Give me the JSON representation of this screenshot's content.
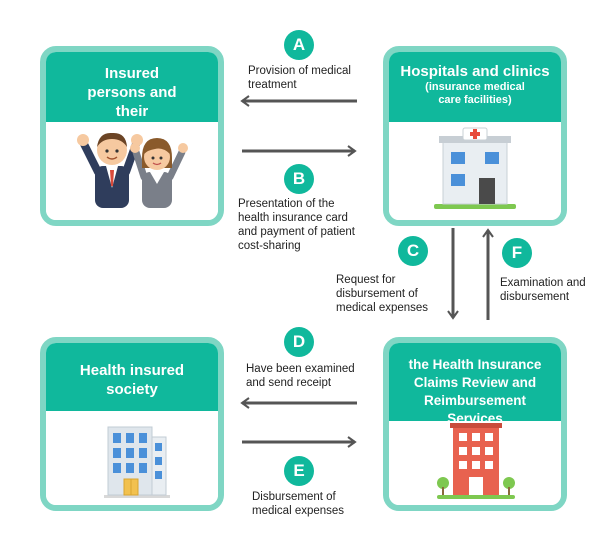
{
  "boxes": {
    "insured": {
      "title": "Insured persons and their dependents"
    },
    "hospitals": {
      "title": "Hospitals and clinics",
      "subtitle": "(insurance medical care facilities)"
    },
    "society": {
      "title": "Health insured society"
    },
    "review": {
      "title": "the Health Insurance Claims Review and Reimbursement Services"
    }
  },
  "steps": {
    "A": {
      "letter": "A",
      "text": "Provision of medical treatment"
    },
    "B": {
      "letter": "B",
      "text": "Presentation of the health insurance card and payment of patient cost-sharing"
    },
    "C": {
      "letter": "C",
      "text": "Request for disbursement of medical expenses"
    },
    "D": {
      "letter": "D",
      "text": "Have been examined and send receipt"
    },
    "E": {
      "letter": "E",
      "text": "Disbursement of medical expenses"
    },
    "F": {
      "letter": "F",
      "text": "Examination and disbursement"
    }
  },
  "colors": {
    "accent": "#10b89c",
    "border": "#7fd6c4",
    "arrow": "#555555"
  }
}
